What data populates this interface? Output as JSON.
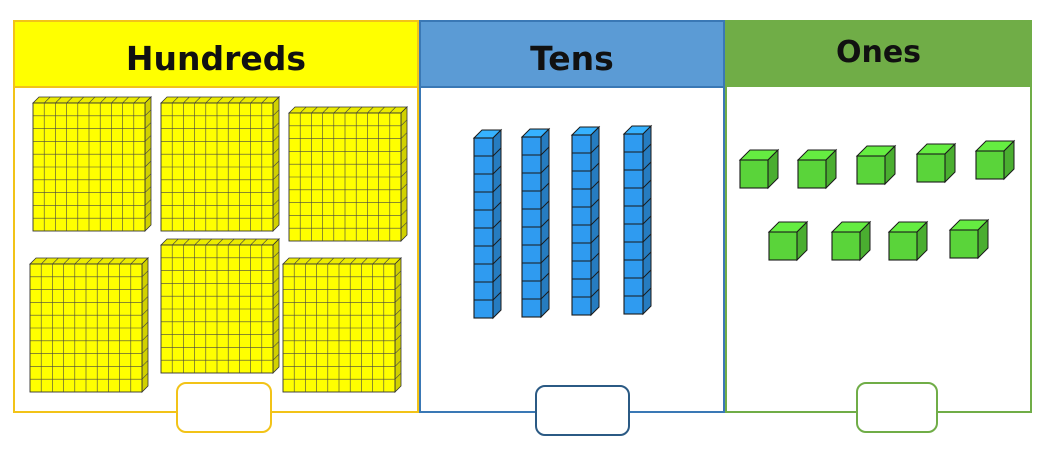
{
  "columns": {
    "hundreds": {
      "title": "Hundreds",
      "count": 6,
      "answer": ""
    },
    "tens": {
      "title": "Tens",
      "count": 4,
      "answer": ""
    },
    "ones": {
      "title": "Ones",
      "count": 9,
      "answer": ""
    }
  },
  "colors": {
    "hundreds_header": "#ffff00",
    "hundreds_border": "#f2c318",
    "hundreds_block": "#ffff00",
    "tens_header": "#5b9bd5",
    "tens_border": "#3a78b5",
    "tens_block": "#2f9bf0",
    "ones_header": "#70ad47",
    "ones_border": "#70ad47",
    "ones_block": "#5ad43a"
  }
}
